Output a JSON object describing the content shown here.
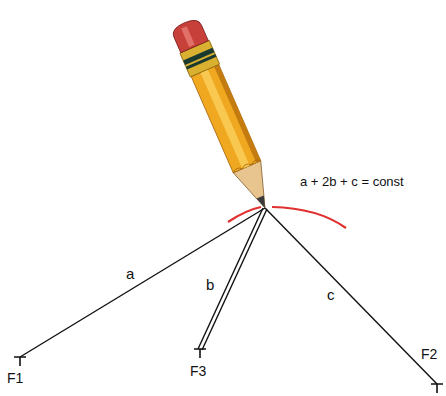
{
  "diagram": {
    "labels": [
      "a + 2b + c = const",
      "a",
      "b",
      "c",
      "F1",
      "F3",
      "F2"
    ]
  }
}
